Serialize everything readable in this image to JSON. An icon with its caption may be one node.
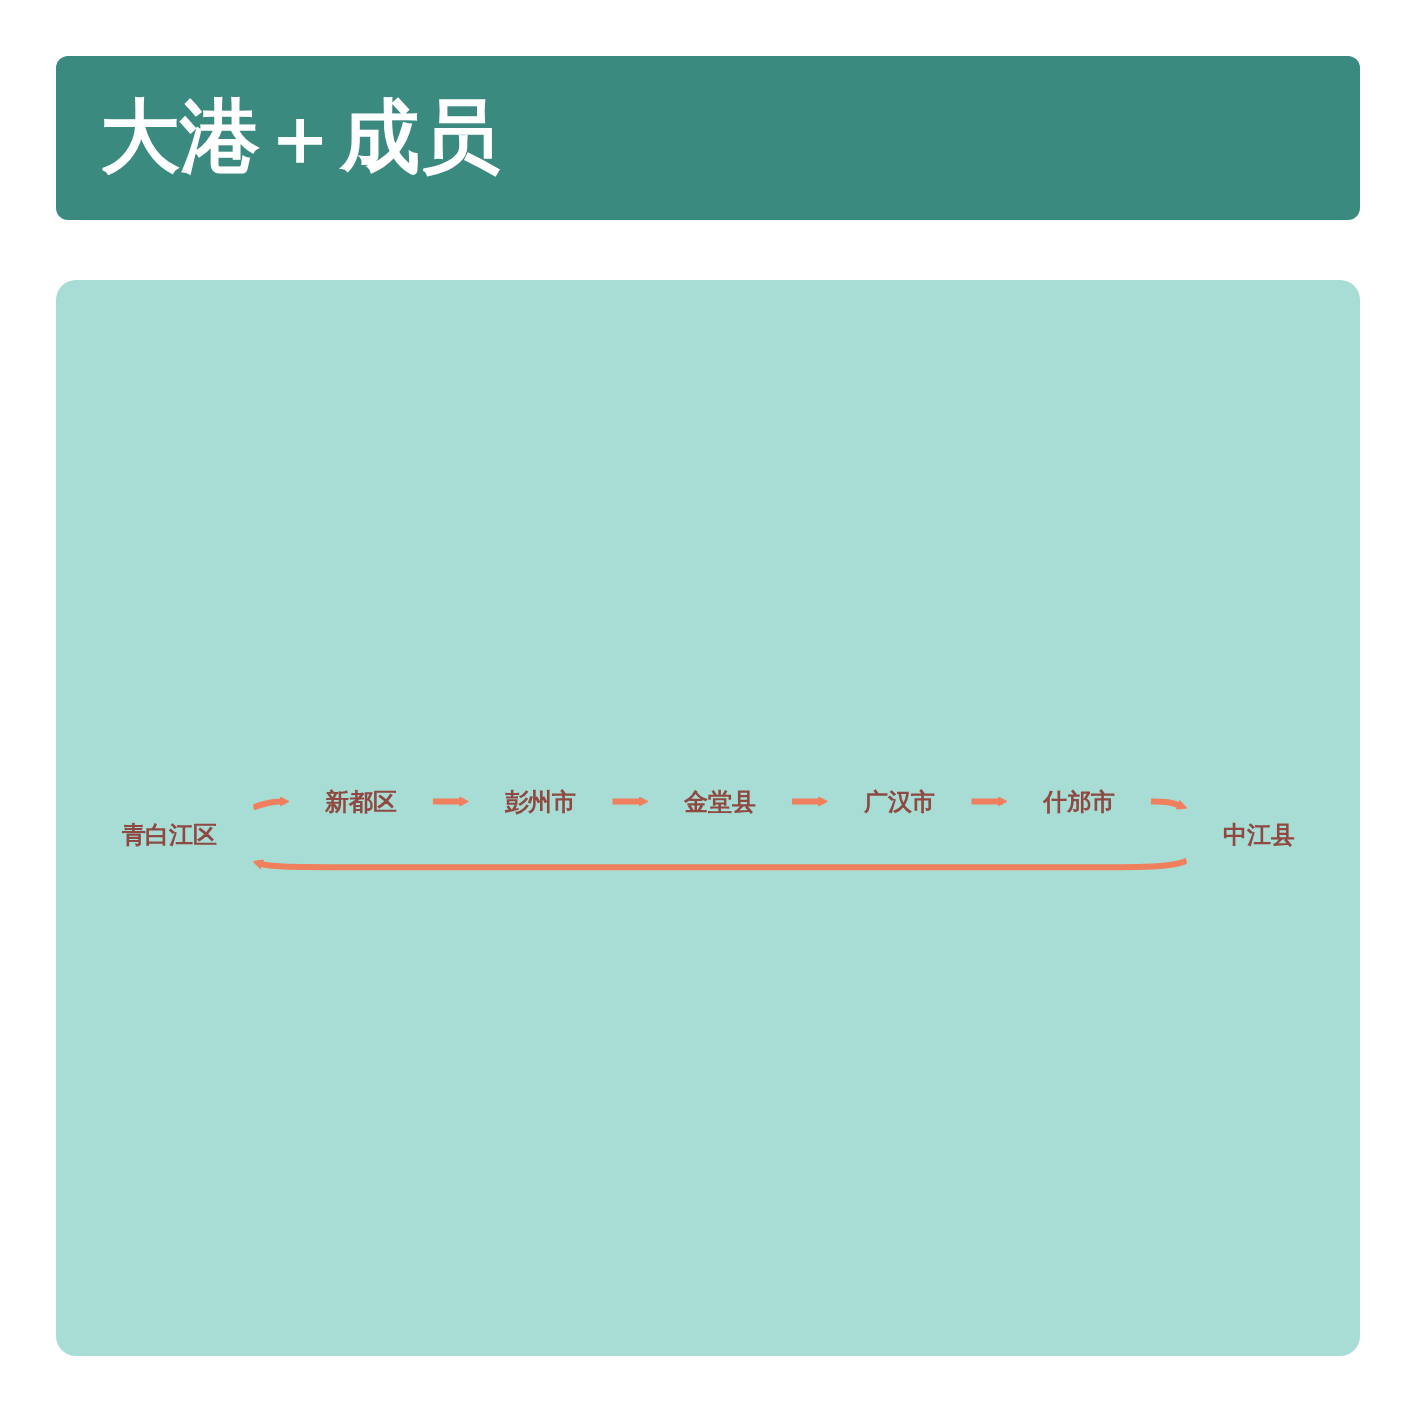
{
  "diagram": {
    "title": "大港＋成员",
    "nodes": [
      {
        "text": [
          "青白江区"
        ]
      },
      {
        "text": [
          "新都区"
        ]
      },
      {
        "text": [
          "彭州市"
        ]
      },
      {
        "text": [
          "金堂县"
        ]
      },
      {
        "text": [
          "广汉市"
        ]
      },
      {
        "text": [
          "什邡市"
        ]
      },
      {
        "text": [
          "中江县"
        ]
      }
    ],
    "edges": [
      {
        "from": 0,
        "to": 1,
        "arrow": "to"
      },
      {
        "from": 1,
        "to": 2,
        "arrow": "to"
      },
      {
        "from": 2,
        "to": 3,
        "arrow": "to"
      },
      {
        "from": 3,
        "to": 4,
        "arrow": "to"
      },
      {
        "from": 4,
        "to": 5,
        "arrow": "to"
      },
      {
        "from": 5,
        "to": 6,
        "arrow": "to"
      },
      {
        "from": 6,
        "to": 0,
        "arrow": "to"
      }
    ]
  }
}
